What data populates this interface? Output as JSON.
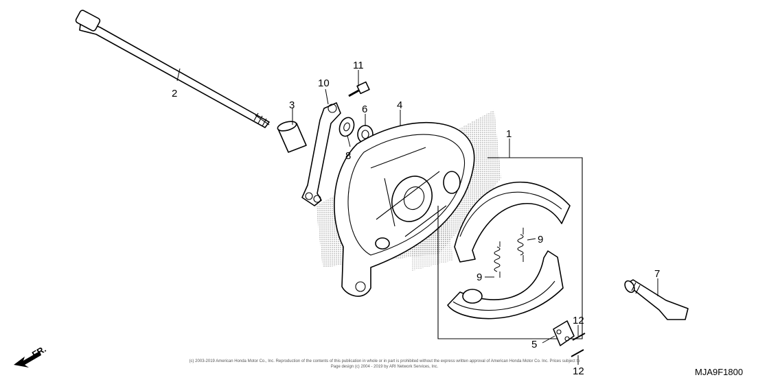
{
  "callouts": {
    "c1": "1",
    "c2": "2",
    "c3": "3",
    "c4": "4",
    "c5": "5",
    "c6": "6",
    "c7": "7",
    "c8": "8",
    "c9a": "9",
    "c9b": "9",
    "c10": "10",
    "c11": "11",
    "c12a": "12",
    "c12b": "12"
  },
  "direction_label": "FR.",
  "diagram_code": "MJA9F1800",
  "copyright": {
    "line1": "(c) 2003-2019 American Honda Motor Co., Inc. Reproduction of the contents of this publication in whole or in part is prohibited without the express written approval of American Honda Motor Co. Inc. Prices subject to",
    "line2": "Page design (c) 2004 - 2019 by ARI Network Services, Inc."
  }
}
